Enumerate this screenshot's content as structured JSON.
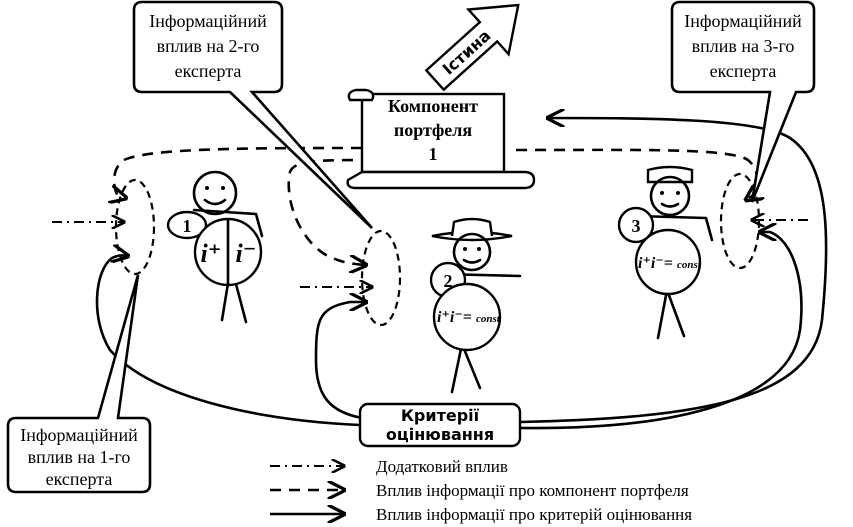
{
  "callouts": {
    "expert1": [
      "Інформаційний",
      "вплив на 1-го",
      "експерта"
    ],
    "expert2": [
      "Інформаційний",
      "вплив на 2-го",
      "експерта"
    ],
    "expert3": [
      "Інформаційний",
      "вплив на 3-го",
      "експерта"
    ]
  },
  "component": [
    "Компонент",
    "портфеля",
    "1"
  ],
  "truth": "Істина",
  "criteria": [
    "Критерії",
    "оцінювання"
  ],
  "experts": {
    "expert1": {
      "number": "1",
      "formula_left": "i⁺",
      "formula_right": "i⁻"
    },
    "expert2": {
      "number": "2",
      "formula": "i⁺i⁻=",
      "formula_const": "const"
    },
    "expert3": {
      "number": "3",
      "formula": "i⁺i⁻=",
      "formula_const": "const"
    }
  },
  "legend": [
    {
      "line_style": "dash-dot",
      "label": "Додатковий вплив"
    },
    {
      "line_style": "dashed",
      "label": "Вплив інформації про компонент портфеля"
    },
    {
      "line_style": "solid",
      "label": "Вплив інформації про критерій оцінювання"
    }
  ]
}
